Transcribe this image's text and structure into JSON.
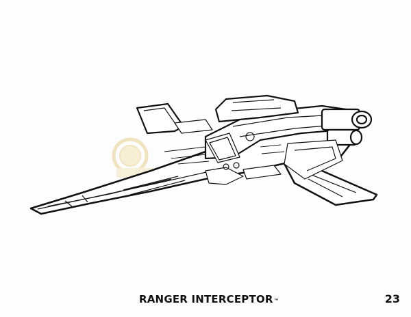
{
  "caption": {
    "title": "RANGER INTERCEPTOR",
    "trademark": "™"
  },
  "page_number": "23",
  "illustration": {
    "subject": "ranger-interceptor-spaceship",
    "style": "line-art",
    "ink_color": "#111111",
    "watermark_color": "#e8cf8a"
  }
}
